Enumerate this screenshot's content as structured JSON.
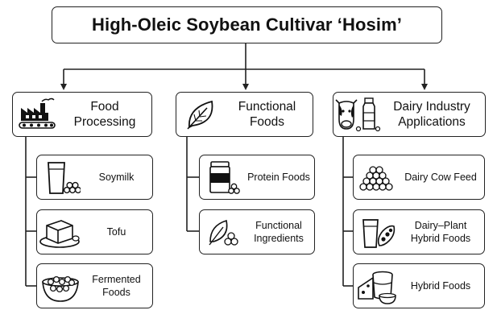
{
  "title": "High-Oleic Soybean Cultivar ‘Hosim’",
  "categories": [
    {
      "label": "Food\nProcessing",
      "icon": "factory-icon",
      "items": [
        {
          "label": "Soymilk",
          "icon": "milk-glass-icon"
        },
        {
          "label": "Tofu",
          "icon": "tofu-icon"
        },
        {
          "label": "Fermented\nFoods",
          "icon": "bean-bowl-icon"
        }
      ]
    },
    {
      "label": "Functional\nFoods",
      "icon": "leaf-icon",
      "items": [
        {
          "label": "Protein Foods",
          "icon": "protein-jar-icon"
        },
        {
          "label": "Functional\nIngredients",
          "icon": "leaf-beans-icon"
        }
      ]
    },
    {
      "label": "Dairy Industry\nApplications",
      "icon": "cow-milk-icon",
      "items": [
        {
          "label": "Dairy Cow Feed",
          "icon": "bean-pile-icon"
        },
        {
          "label": "Dairy–Plant\nHybrid Foods",
          "icon": "milk-pod-icon"
        },
        {
          "label": "Hybrid Foods",
          "icon": "cheese-cup-icon"
        }
      ]
    }
  ]
}
